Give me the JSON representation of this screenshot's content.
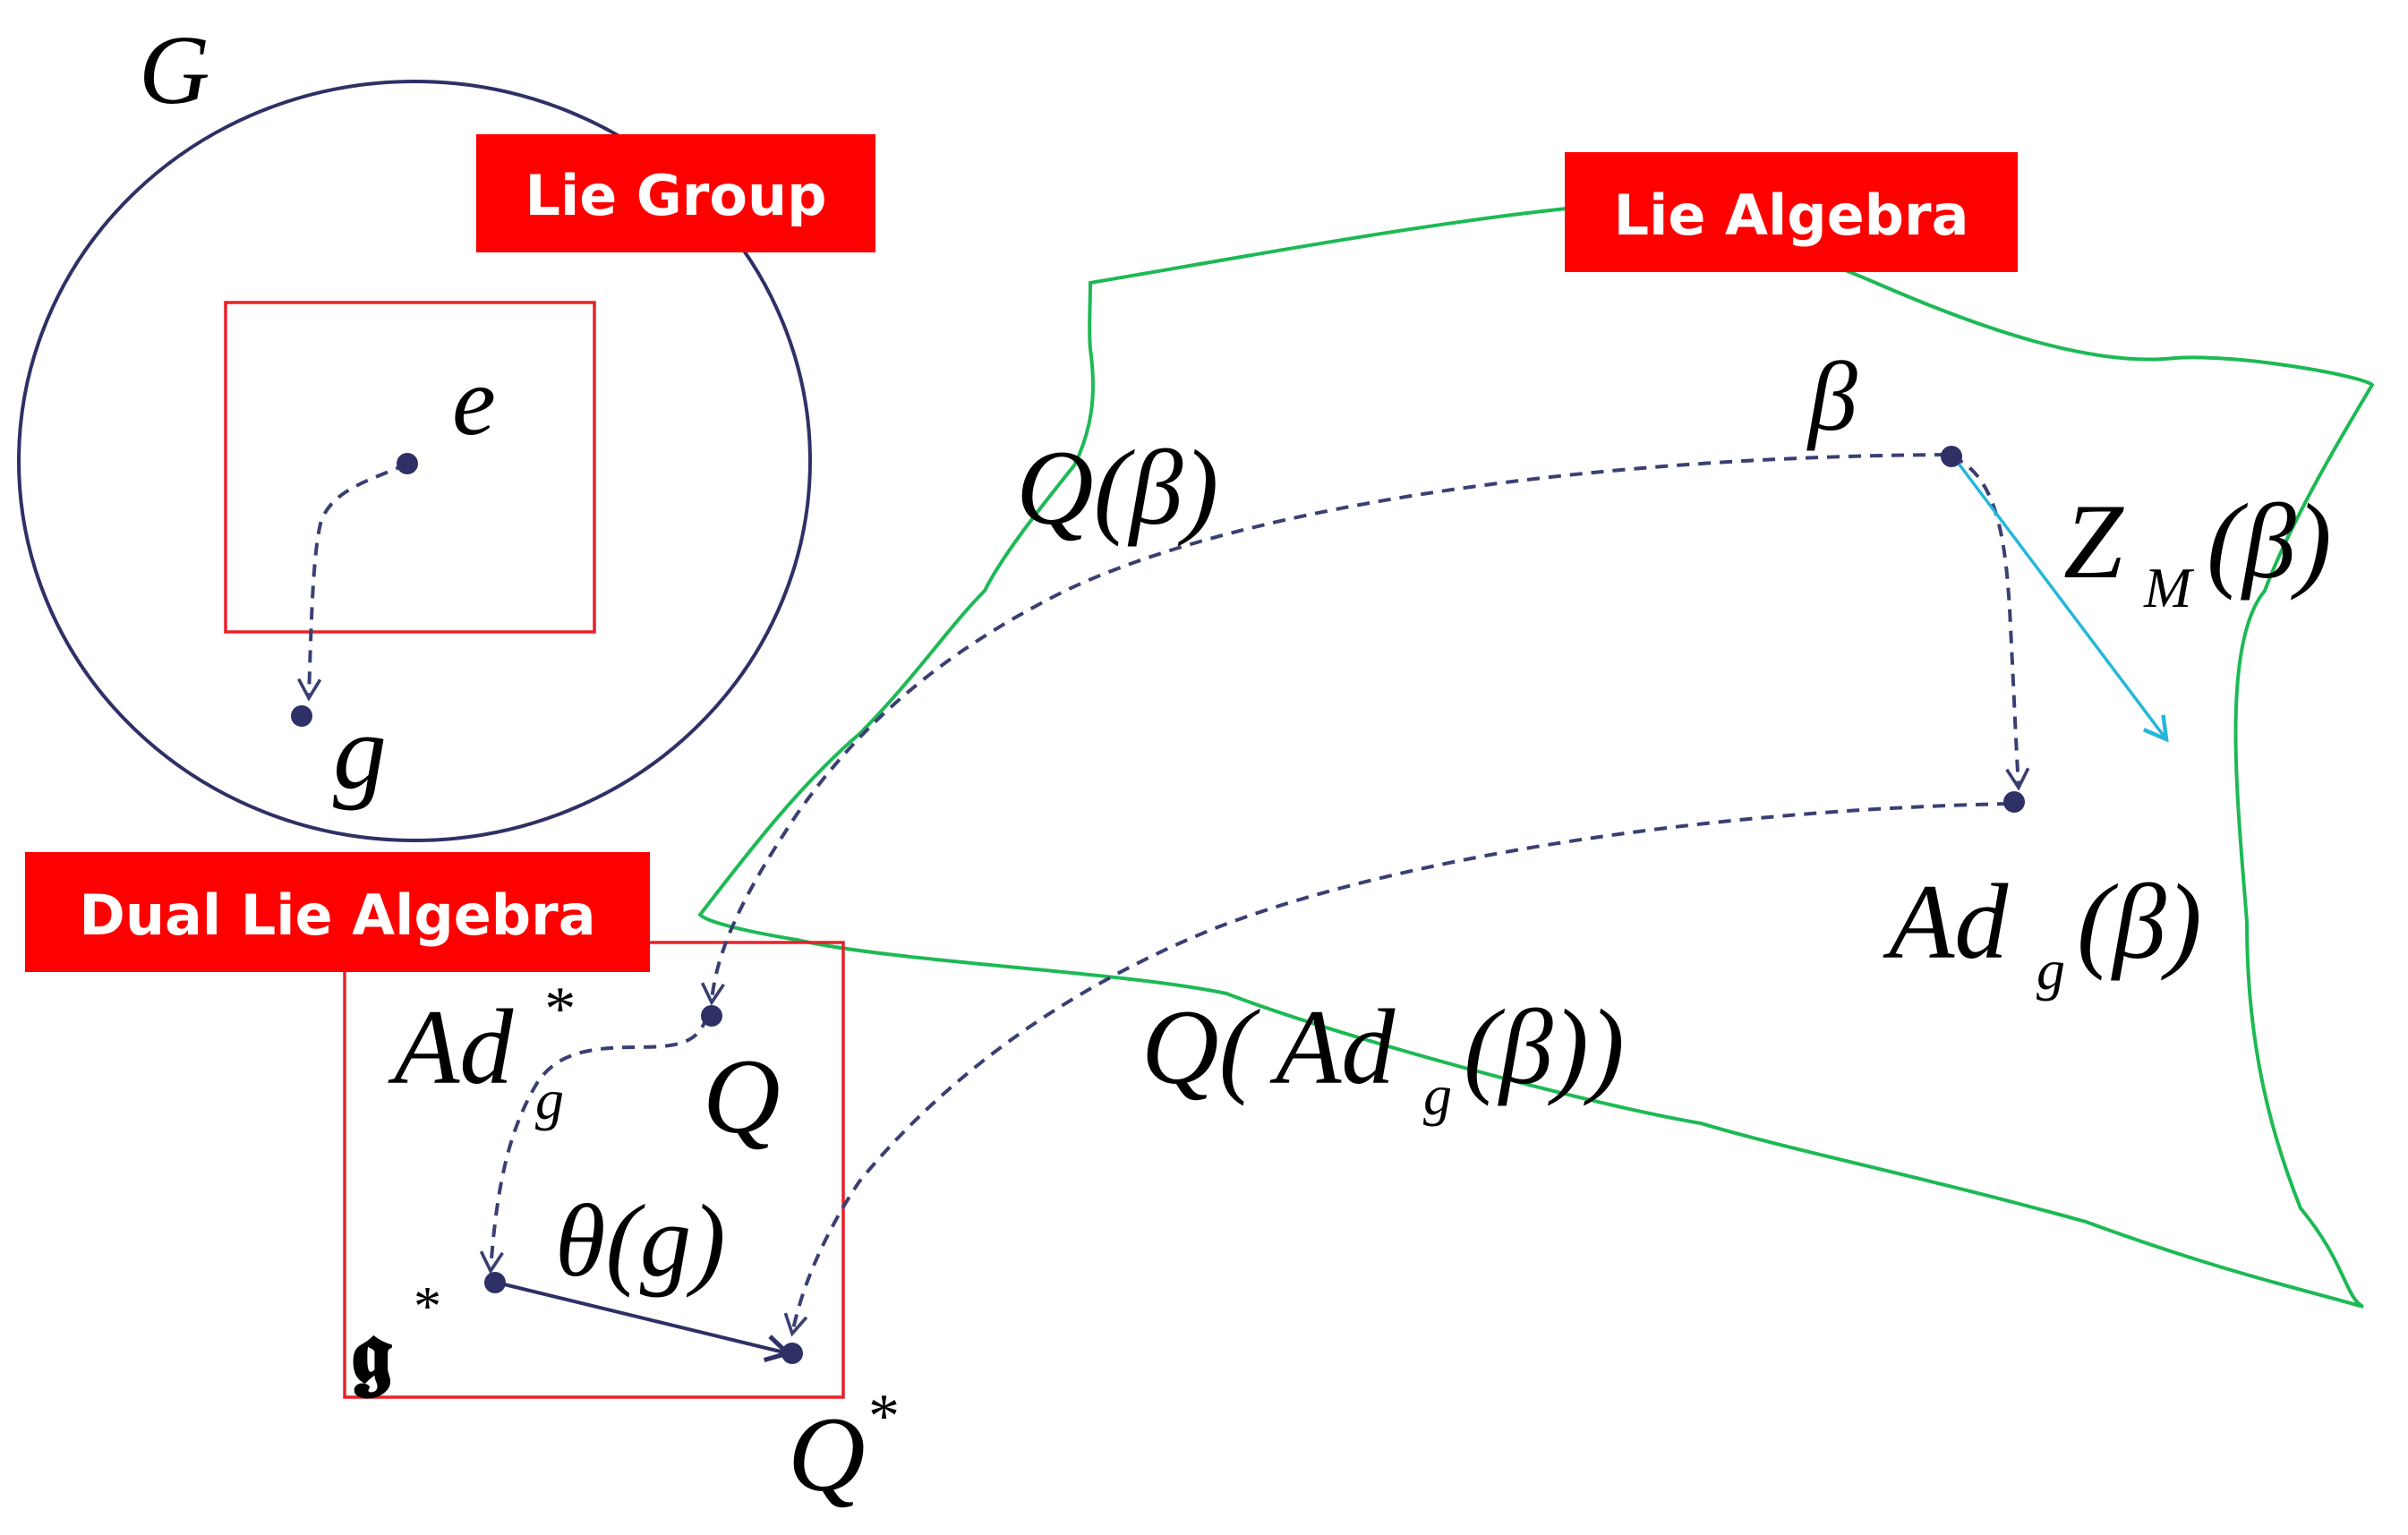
{
  "colors": {
    "group_circle": "#2e3066",
    "box_outline": "#e8202a",
    "badge_fill": "#ff0000",
    "badge_text": "#ffffff",
    "algebra_outline": "#1db954",
    "dashed_arrow": "#3a3f73",
    "coadjoint_arrow": "#2e3066",
    "vector_arrow": "#23b7d9",
    "point": "#2e3066"
  },
  "badges": {
    "lie_group": "Lie Group",
    "lie_algebra": "Lie Algebra",
    "dual_lie_algebra": "Dual Lie Algebra"
  },
  "labels": {
    "G": "G",
    "e": "e",
    "g": "g",
    "beta": "β",
    "Q_beta": "Q(β)",
    "Z_M": "Z",
    "Z_M_sub": "M",
    "Z_M_arg": "(β)",
    "Ad_g": "Ad",
    "Ad_g_sub": "g",
    "Ad_g_arg": "(β)",
    "Q_Ad_open": "Q(",
    "Q_Ad_Ad": "Ad",
    "Q_Ad_sub": "g",
    "Q_Ad_arg": "(β))",
    "Ad_star": "Ad",
    "Ad_star_sup": "*",
    "Ad_star_sub": "g",
    "Q": "Q",
    "theta": "θ(g)",
    "dual_symbol": "𝖌",
    "dual_sup": "*",
    "Q_star": "Q",
    "Q_star_sup": "*"
  },
  "icons": {
    "arrow_head": "open-chevron-arrowhead",
    "point_marker": "filled-dot"
  }
}
